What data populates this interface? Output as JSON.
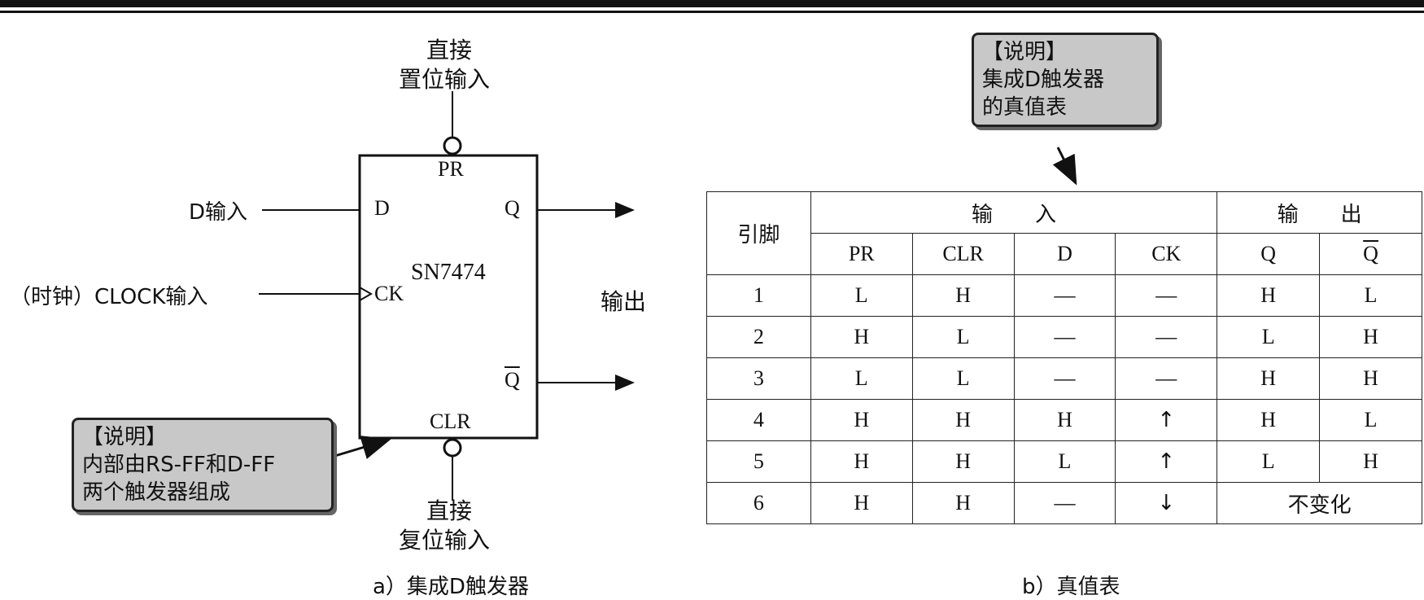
{
  "left": {
    "pin_top_label": [
      "直接",
      "置位输入"
    ],
    "pin_bottom_label": [
      "直接",
      "复位输入"
    ],
    "d_input": "D输入",
    "clock_input": "（时钟）CLOCK输入",
    "output_label": "输出",
    "chip": "SN7474",
    "pins": {
      "pr": "PR",
      "clr": "CLR",
      "d": "D",
      "ck": "CK",
      "q": "Q",
      "qbar": "Q"
    },
    "note": [
      "【说明】",
      "内部由RS-FF和D-FF",
      "两个触发器组成"
    ],
    "caption": "a）集成D触发器"
  },
  "right": {
    "note": [
      "【说明】",
      "集成D触发器",
      "的真值表"
    ],
    "caption": "b）真值表",
    "table": {
      "pin_header": "引脚",
      "input_header": "输　　入",
      "output_header": "输　　出",
      "columns": [
        "PR",
        "CLR",
        "D",
        "CK",
        "Q",
        "Q"
      ],
      "rows": [
        [
          "1",
          "L",
          "H",
          "—",
          "—",
          "H",
          "L"
        ],
        [
          "2",
          "H",
          "L",
          "—",
          "—",
          "L",
          "H"
        ],
        [
          "3",
          "L",
          "L",
          "—",
          "—",
          "H",
          "H"
        ],
        [
          "4",
          "H",
          "H",
          "H",
          "↑",
          "H",
          "L"
        ],
        [
          "5",
          "H",
          "H",
          "L",
          "↑",
          "L",
          "H"
        ],
        [
          "6",
          "H",
          "H",
          "—",
          "↓",
          "不变化"
        ]
      ]
    }
  }
}
